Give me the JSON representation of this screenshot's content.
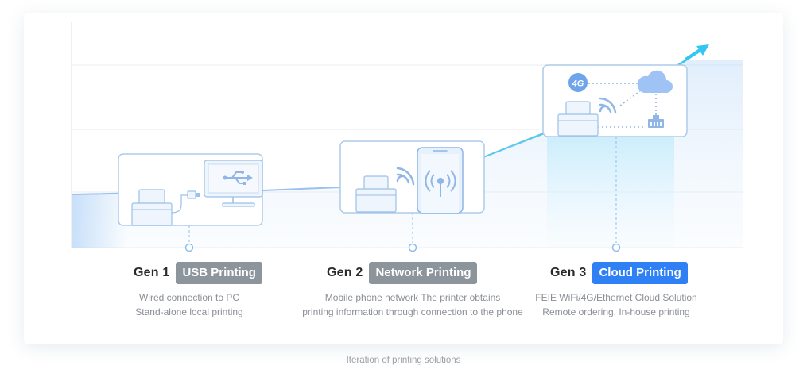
{
  "colors": {
    "accent": "#2f80f5",
    "badge_gray": "#8c959c",
    "line_blue": "#5ec8f0",
    "cloud_blue": "#9ec3f4"
  },
  "stages": [
    {
      "gen": "Gen 1",
      "title": "USB Printing",
      "highlight": false,
      "desc_line1": "Wired connection to PC",
      "desc_line2": "Stand-alone local printing",
      "icons": [
        "printer-icon",
        "usb-cable-icon",
        "monitor-icon",
        "usb-icon"
      ]
    },
    {
      "gen": "Gen 2",
      "title": "Network Printing",
      "highlight": false,
      "desc_line1": "Mobile phone network The printer obtains",
      "desc_line2": "printing information through connection to the phone",
      "icons": [
        "printer-icon",
        "wifi-icon",
        "phone-icon",
        "signal-icon"
      ]
    },
    {
      "gen": "Gen 3",
      "title": "Cloud Printing",
      "highlight": true,
      "desc_line1": "FEIE WiFi/4G/Ethernet Cloud Solution",
      "desc_line2": "Remote ordering, In-house printing",
      "icons": [
        "4g-icon",
        "cloud-icon",
        "printer-icon",
        "wifi-icon",
        "ethernet-icon"
      ]
    }
  ],
  "caption": "Iteration of printing solutions",
  "four_g_label": "4G"
}
